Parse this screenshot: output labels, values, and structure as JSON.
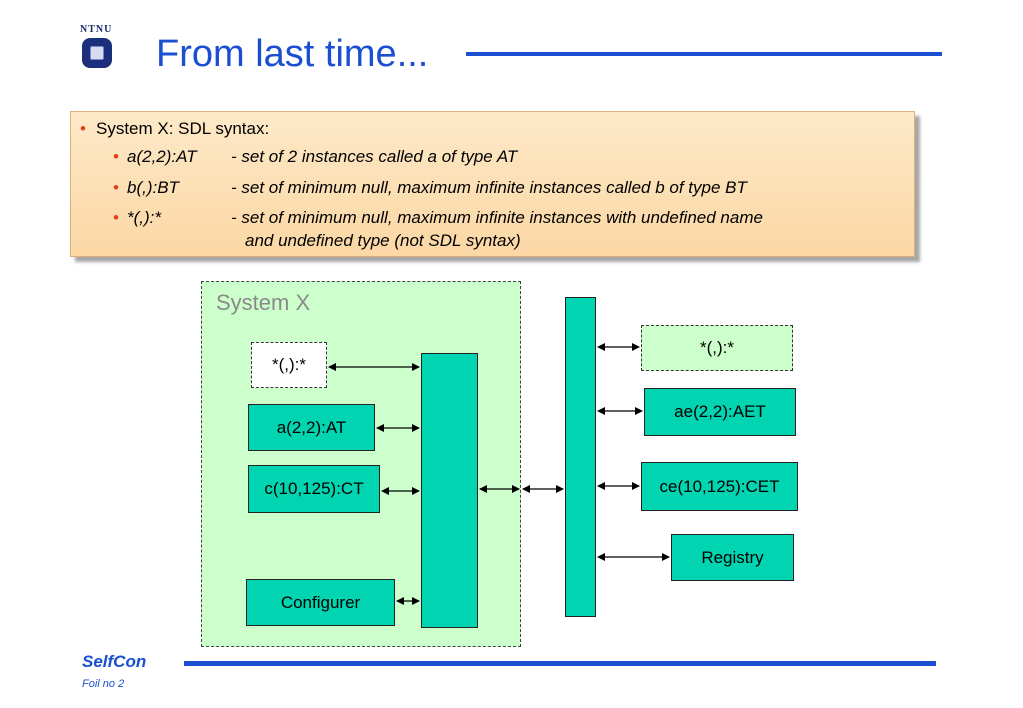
{
  "header": {
    "logo_text": "NTNU",
    "title": "From last time..."
  },
  "bullets": {
    "main": "System X: SDL syntax:",
    "items": [
      {
        "code": "a(2,2):AT",
        "desc": "- set of 2 instances called a of type AT"
      },
      {
        "code": "b(,):BT",
        "desc": "- set of minimum null, maximum infinite instances called b of type BT"
      },
      {
        "code": "*(,):*",
        "desc": "- set of minimum null, maximum infinite instances with undefined name",
        "desc2": "and undefined type (not SDL syntax)"
      }
    ]
  },
  "diagram": {
    "system_label": "System X",
    "inner": {
      "wildcard": "*(,):*",
      "a": "a(2,2):AT",
      "c": "c(10,125):CT",
      "configurer": "Configurer"
    },
    "outer": {
      "wildcard": "*(,):*",
      "ae": "ae(2,2):AET",
      "ce": "ce(10,125):CET",
      "registry": "Registry"
    }
  },
  "footer": {
    "title": "SelfCon",
    "foil": "Foil no 2"
  },
  "colors": {
    "accent": "#1a4fd1",
    "teal": "#00d4b0",
    "system_bg": "#ccffcc",
    "bullet_dot": "#e0431a"
  }
}
